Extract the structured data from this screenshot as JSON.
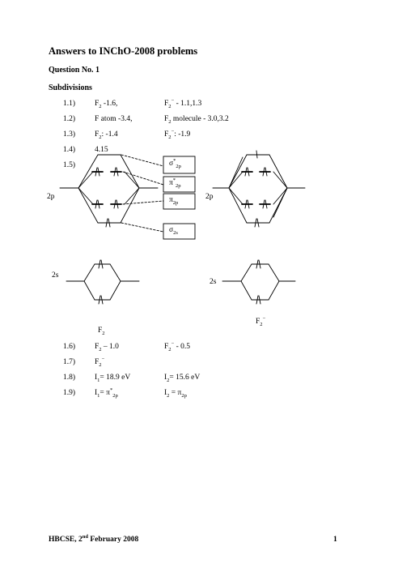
{
  "document": {
    "title": "Answers to INChO-2008 problems",
    "question": "Question No. 1",
    "subdivisions": "Subdivisions",
    "items": [
      {
        "num": "1.1)",
        "a": "F2 -1.6,",
        "b": "F2− - 1.1,1.3"
      },
      {
        "num": "1.2)",
        "a": "F atom -3.4,",
        "b": "F2 molecule - 3.0,3.2"
      },
      {
        "num": "1.3)",
        "a": "F2: -1.4",
        "b": "F2−: -1.9"
      },
      {
        "num": "1.4)",
        "a": "4.15",
        "b": ""
      },
      {
        "num": "1.5)",
        "a": "",
        "b": ""
      },
      {
        "num": "1.6)",
        "a": "F2 – 1.0",
        "b": "F2− - 0.5"
      },
      {
        "num": "1.7)",
        "a": "F2−",
        "b": ""
      },
      {
        "num": "1.8)",
        "a": "I1= 18.9 eV",
        "b": "I2= 15.6 eV"
      },
      {
        "num": "1.9)",
        "a": "I1= π*2p",
        "b": "I2 = π2p"
      }
    ],
    "footer_left": "HBCSE, 2nd February 2008",
    "footer_page": "1"
  },
  "diagram": {
    "label_2p_left": "2p",
    "label_2p_right": "2p",
    "label_2s_left": "2s",
    "label_2s_right": "2s",
    "boxes": [
      "σ*2p",
      "π*2p",
      "π2p",
      "σ2s"
    ],
    "caption_left": "F2",
    "caption_right": "F2−"
  }
}
